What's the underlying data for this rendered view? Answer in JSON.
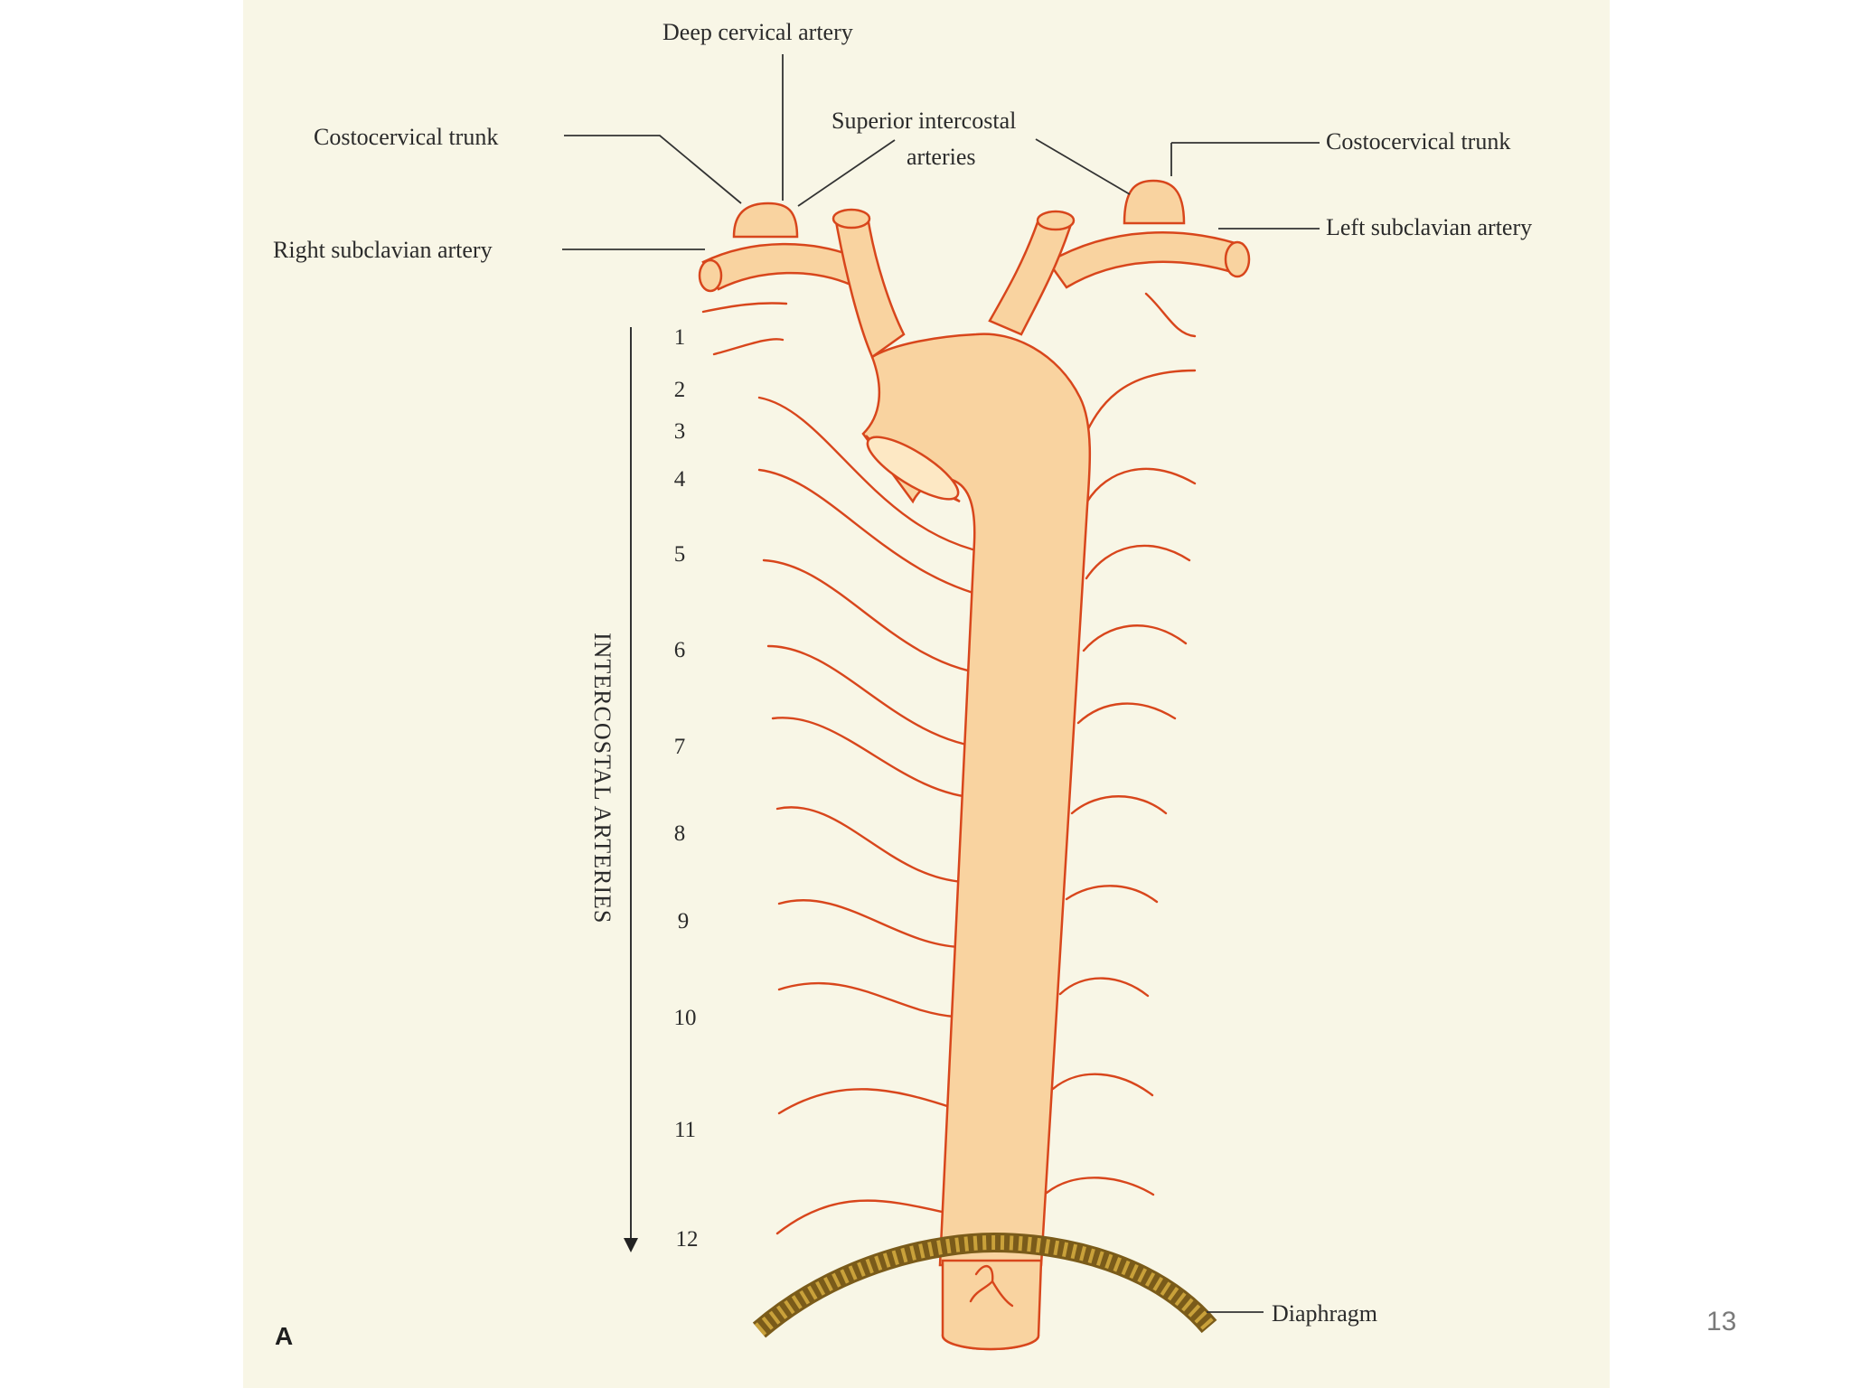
{
  "figure": {
    "panel_letter": "A",
    "labels": {
      "deep_cervical": "Deep cervical artery",
      "costocervical_right": "Costocervical trunk",
      "superior_intercostal_line1": "Superior intercostal",
      "superior_intercostal_line2": "arteries",
      "costocervical_left": "Costocervical trunk",
      "right_subclavian": "Right subclavian artery",
      "left_subclavian": "Left subclavian artery",
      "diaphragm": "Diaphragm",
      "intercostal_arteries": "INTERCOSTAL ARTERIES"
    },
    "rib_numbers": [
      "1",
      "2",
      "3",
      "4",
      "5",
      "6",
      "7",
      "8",
      "9",
      "10",
      "11",
      "12"
    ],
    "colors": {
      "background": "#f8f6e6",
      "vessel_fill": "#f9d3a0",
      "vessel_outline": "#d8461c",
      "diaphragm": "#c9a13a"
    }
  },
  "slide": {
    "page_number": "13"
  }
}
